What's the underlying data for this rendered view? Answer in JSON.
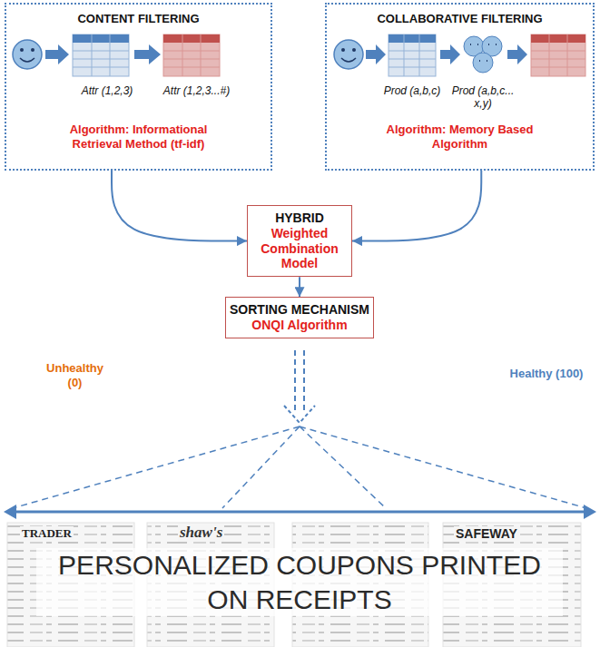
{
  "diagram": {
    "nodes": [
      {
        "text": [
          "CONTENT FILTERING",
          "Attr (1,2,3)",
          "Attr (1,2,3...#)",
          "Algorithm: Informational Retrieval Method (tf-idf)"
        ]
      },
      {
        "text": [
          "COLLABORATIVE FILTERING",
          "Prod (a,b,c)",
          "Prod (a,b,c... x,y)",
          "Algorithm: Memory Based Algorithm"
        ]
      },
      {
        "text": [
          "HYBRID",
          "Weighted Combination Model"
        ]
      },
      {
        "text": [
          "SORTING MECHANISM",
          "ONQI Algorithm"
        ]
      }
    ],
    "edges": [
      {
        "from": 0,
        "to": 2,
        "arrow": "to"
      },
      {
        "from": 1,
        "to": 2,
        "arrow": "to"
      },
      {
        "from": 2,
        "to": 3,
        "arrow": "to"
      }
    ],
    "labels": [
      "Unhealthy (0)",
      "Healthy (100)",
      "TRADER",
      "shaw's",
      "SAFEWAY",
      "PERSONALIZED COUPONS PRINTED ON RECEIPTS"
    ]
  }
}
